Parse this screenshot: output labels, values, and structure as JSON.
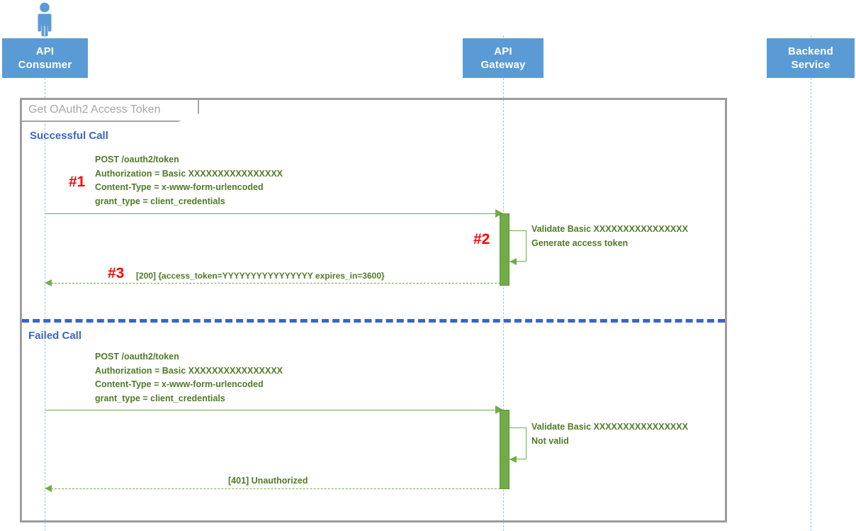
{
  "diagram": {
    "title": "Get OAuth2 Access Token",
    "colors": {
      "participant_blue": "#5B9BD5",
      "lifeline_blue": "#9DC3E6",
      "message_green": "#70AD47",
      "text_green": "#4F7A28",
      "fragment_blue": "#3A64C8",
      "marker_red": "#FF0000",
      "frame_gray": "#9C9C9C",
      "tab_gray": "#A6A6A6"
    }
  },
  "participants": [
    {
      "id": "api-consumer",
      "line1": "API",
      "line2": "Consumer",
      "has_actor_icon": true
    },
    {
      "id": "api-gateway",
      "line1": "API",
      "line2": "Gateway",
      "has_actor_icon": false
    },
    {
      "id": "backend-service",
      "line1": "Backend",
      "line2": "Service",
      "has_actor_icon": false
    }
  ],
  "fragments": [
    {
      "id": "successful-call",
      "title": "Successful Call"
    },
    {
      "id": "failed-call",
      "title": "Failed Call"
    }
  ],
  "messages": {
    "request1": {
      "marker": "#1",
      "lines": [
        "POST /oauth2/token",
        "Authorization = Basic XXXXXXXXXXXXXXXX",
        "Content-Type = x-www-form-urlencoded",
        "grant_type = client_credentials"
      ]
    },
    "self1": {
      "marker": "#2",
      "lines": [
        "Validate Basic XXXXXXXXXXXXXXXX",
        "Generate access token"
      ]
    },
    "response1": {
      "marker": "#3",
      "text": "[200] {access_token=YYYYYYYYYYYYYYYY expires_in=3600}"
    },
    "request2": {
      "marker": "",
      "lines": [
        "POST /oauth2/token",
        "Authorization = Basic XXXXXXXXXXXXXXXX",
        "Content-Type = x-www-form-urlencoded",
        "grant_type = client_credentials"
      ]
    },
    "self2": {
      "marker": "",
      "lines": [
        "Validate Basic XXXXXXXXXXXXXXXX",
        "Not valid"
      ]
    },
    "response2": {
      "marker": "",
      "text": "[401] Unauthorized"
    }
  }
}
